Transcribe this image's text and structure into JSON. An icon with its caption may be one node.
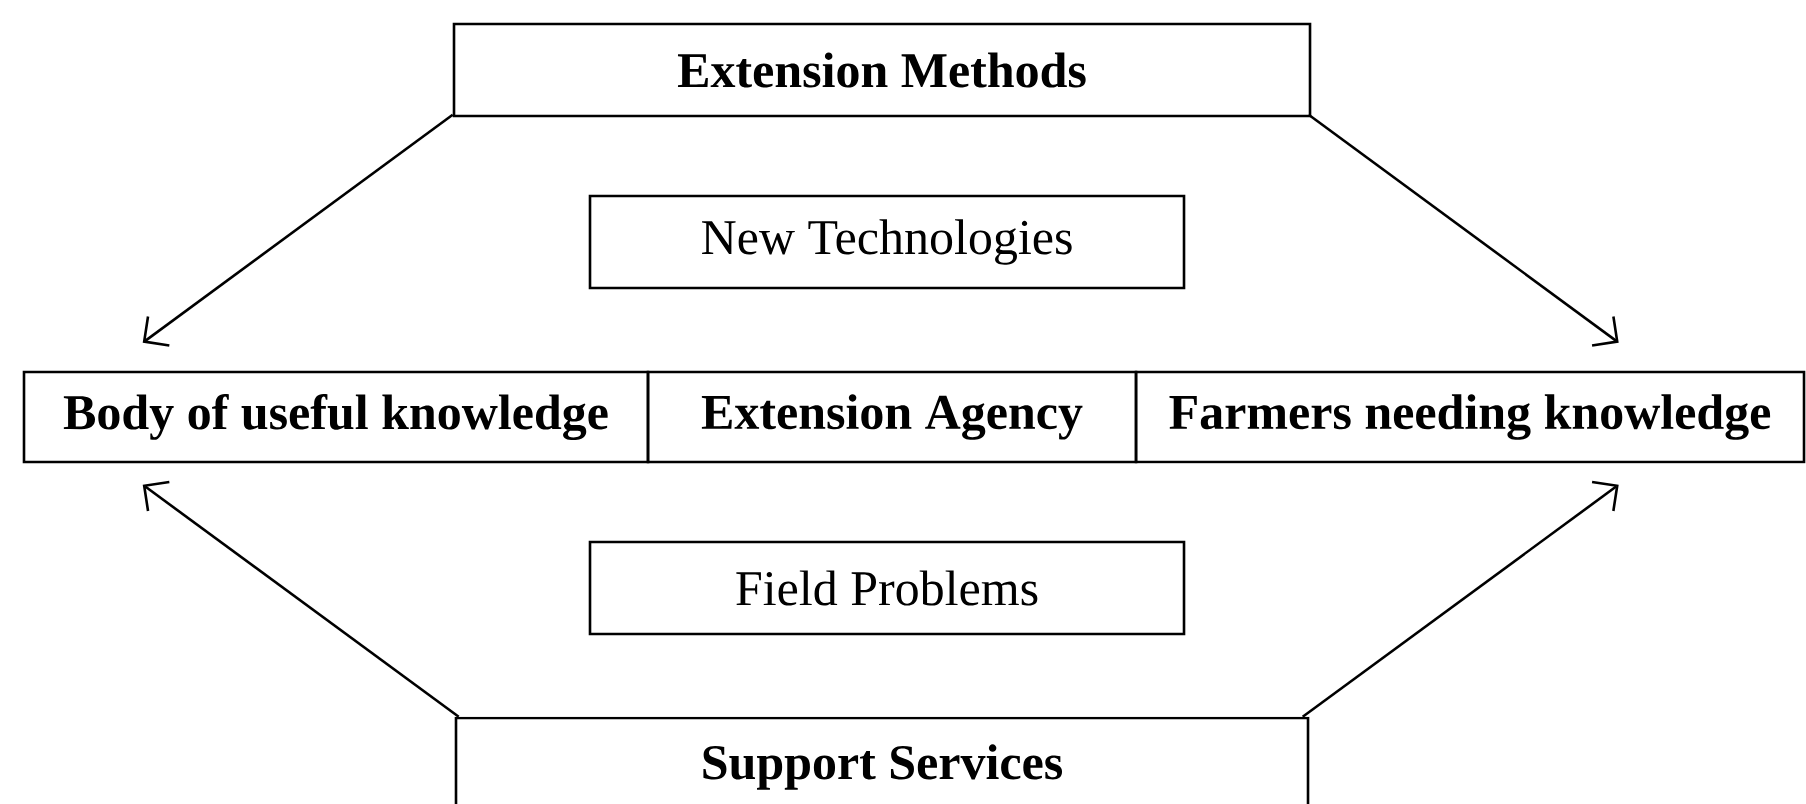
{
  "diagram": {
    "nodes": [
      {
        "text": [
          "Extension Methods"
        ]
      },
      {
        "text": [
          "New Technologies"
        ]
      },
      {
        "text": [
          "Body of useful knowledge"
        ]
      },
      {
        "text": [
          "Extension Agency"
        ]
      },
      {
        "text": [
          "Farmers needing knowledge"
        ]
      },
      {
        "text": [
          "Field Problems"
        ]
      },
      {
        "text": [
          "Support Services"
        ]
      }
    ],
    "edges": [
      {
        "from": 0,
        "to": 2,
        "arrow": "to"
      },
      {
        "from": 0,
        "to": 4,
        "arrow": "to"
      },
      {
        "from": 6,
        "to": 2,
        "arrow": "to"
      },
      {
        "from": 6,
        "to": 4,
        "arrow": "to"
      }
    ]
  }
}
